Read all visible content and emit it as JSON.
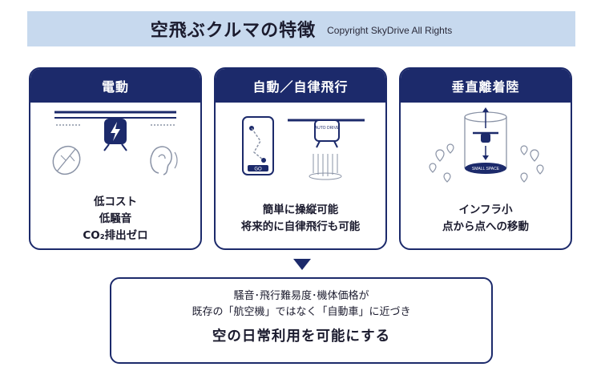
{
  "title": {
    "main": "空飛ぶクルマの特徴",
    "copyright": "Copyright SkyDrive All Rights"
  },
  "cards": [
    {
      "heading": "電動",
      "lines": [
        "低コスト",
        "低騒音",
        "CO₂排出ゼロ"
      ],
      "icons": [
        "drone-electric-icon",
        "leaf-icon",
        "ear-icon"
      ]
    },
    {
      "heading": "自動／自律飛行",
      "lines": [
        "簡単に操縦可能",
        "将来的に自律飛行も可能"
      ],
      "icons": [
        "smartphone-map-icon",
        "auto-drive-drone-icon"
      ],
      "phone_button": "GO",
      "drone_label": "AUTO DRIVE"
    },
    {
      "heading": "垂直離着陸",
      "lines": [
        "インフラ小",
        "点から点への移動"
      ],
      "icons": [
        "vertical-takeoff-icon",
        "location-pin-icon"
      ],
      "space_label": "SMALL SPACE"
    }
  ],
  "conclusion": {
    "line1": "騒音･飛行難易度･機体価格が",
    "line2": "既存の「航空機」ではなく「自動車」に近づき",
    "line3": "空の日常利用を可能にする"
  },
  "colors": {
    "navy": "#1c2a6b",
    "banner": "#c7d9ee",
    "icon_gray": "#8a93a6"
  }
}
